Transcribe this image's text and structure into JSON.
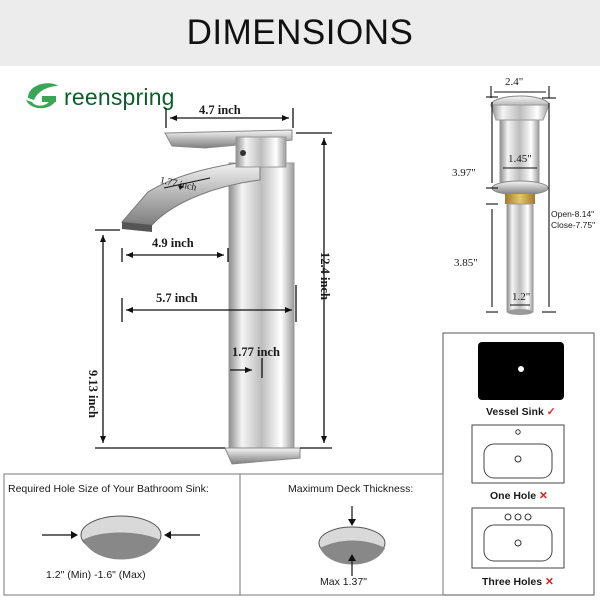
{
  "header": {
    "title": "DIMENSIONS"
  },
  "brand": {
    "name": "reenspring",
    "accent": "#3aa655",
    "text_color": "#0e5e2b"
  },
  "faucet": {
    "spout_width": "4.7 inch",
    "spout_thickness": "1.77 inch",
    "reach": "4.9 inch",
    "overall_depth": "5.7 inch",
    "total_height": "12.4 inch",
    "spout_height": "9.13 inch",
    "body_width": "1.77 inch"
  },
  "drain": {
    "top_diameter": "2.4\"",
    "upper_height": "3.97\"",
    "inner_diameter": "1.45\"",
    "open_height": "Open-8.14\"",
    "close_height": "Close-7.75\"",
    "lower_height": "3.85\"",
    "pipe_diameter": "1.2\""
  },
  "sink_types": [
    {
      "label": "Vessel Sink",
      "mark": "✓",
      "mark_color": "#d9241c"
    },
    {
      "label": "One Hole",
      "mark": "✕",
      "mark_color": "#d9241c"
    },
    {
      "label": "Three Holes",
      "mark": "✕",
      "mark_color": "#d9241c"
    }
  ],
  "hole_size": {
    "title": "Required Hole Size of Your Bathroom Sink:",
    "range": "1.2\" (Min) -1.6\" (Max)"
  },
  "deck": {
    "title": "Maximum Deck Thickness:",
    "value": "Max 1.37\""
  }
}
